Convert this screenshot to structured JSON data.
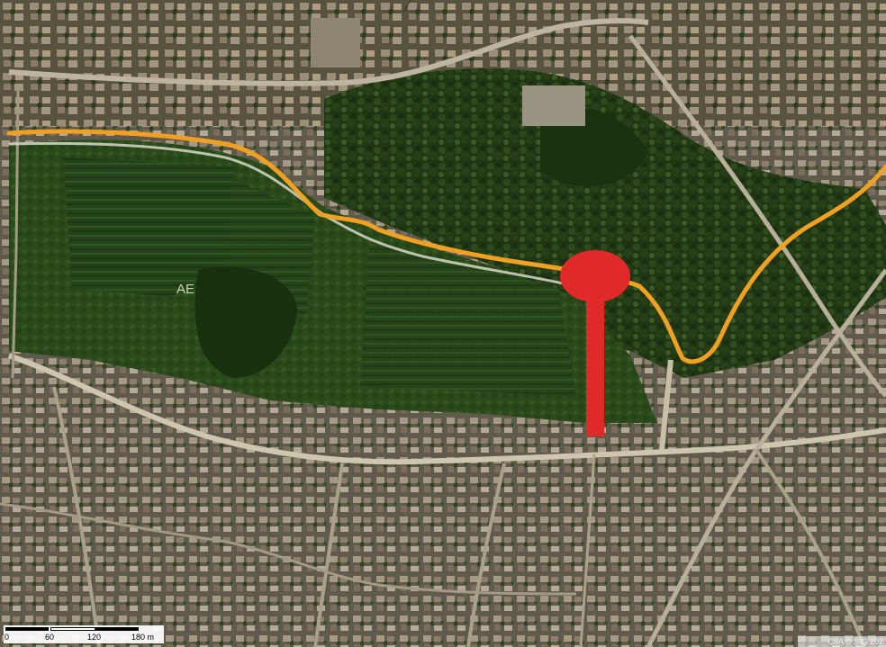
{
  "map": {
    "scale": {
      "labels": [
        "0",
        "60",
        "120",
        "180 m"
      ]
    },
    "attribution": "CIIA © SIG 202",
    "parcel_label": "AE",
    "colors": {
      "route": "#f0a022",
      "marker": "#e02a2a",
      "white_trail": "#d8d8c8",
      "main_road": "#cfc6b0",
      "vegetation_dark": "#1e3a14",
      "vegetation_mid": "#2f4e1c",
      "urban": "#6e6a5a"
    }
  }
}
